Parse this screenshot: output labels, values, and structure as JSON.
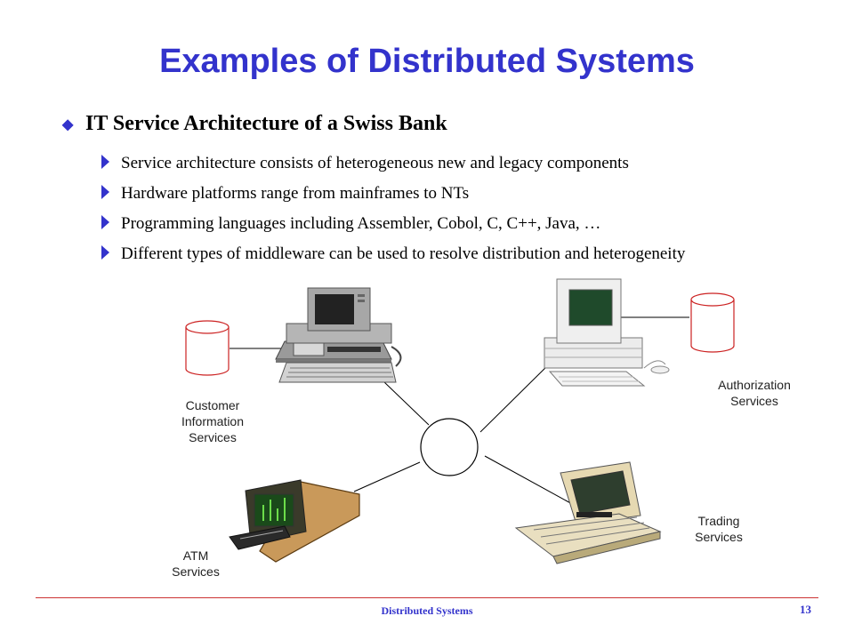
{
  "title": "Examples of Distributed Systems",
  "main_bullet": "IT Service Architecture of a Swiss Bank",
  "sub_bullets": [
    "Service architecture consists of heterogeneous new and legacy components",
    "Hardware platforms range from mainframes to NTs",
    "Programming languages including Assembler, Cobol, C, C++, Java, …",
    "Different types of middleware can be used to resolve distribution and heterogeneity"
  ],
  "diagram": {
    "customer_label": [
      "Customer",
      "Information",
      "Services"
    ],
    "authorization_label": [
      "Authorization",
      "Services"
    ],
    "atm_label": [
      "ATM",
      "Services"
    ],
    "trading_label": [
      "Trading",
      "Services"
    ]
  },
  "footer": {
    "text": "Distributed Systems",
    "page": "13"
  },
  "colors": {
    "accent": "#3333cc",
    "cylinder": "#cc2222",
    "footer_line": "#cc3333"
  }
}
